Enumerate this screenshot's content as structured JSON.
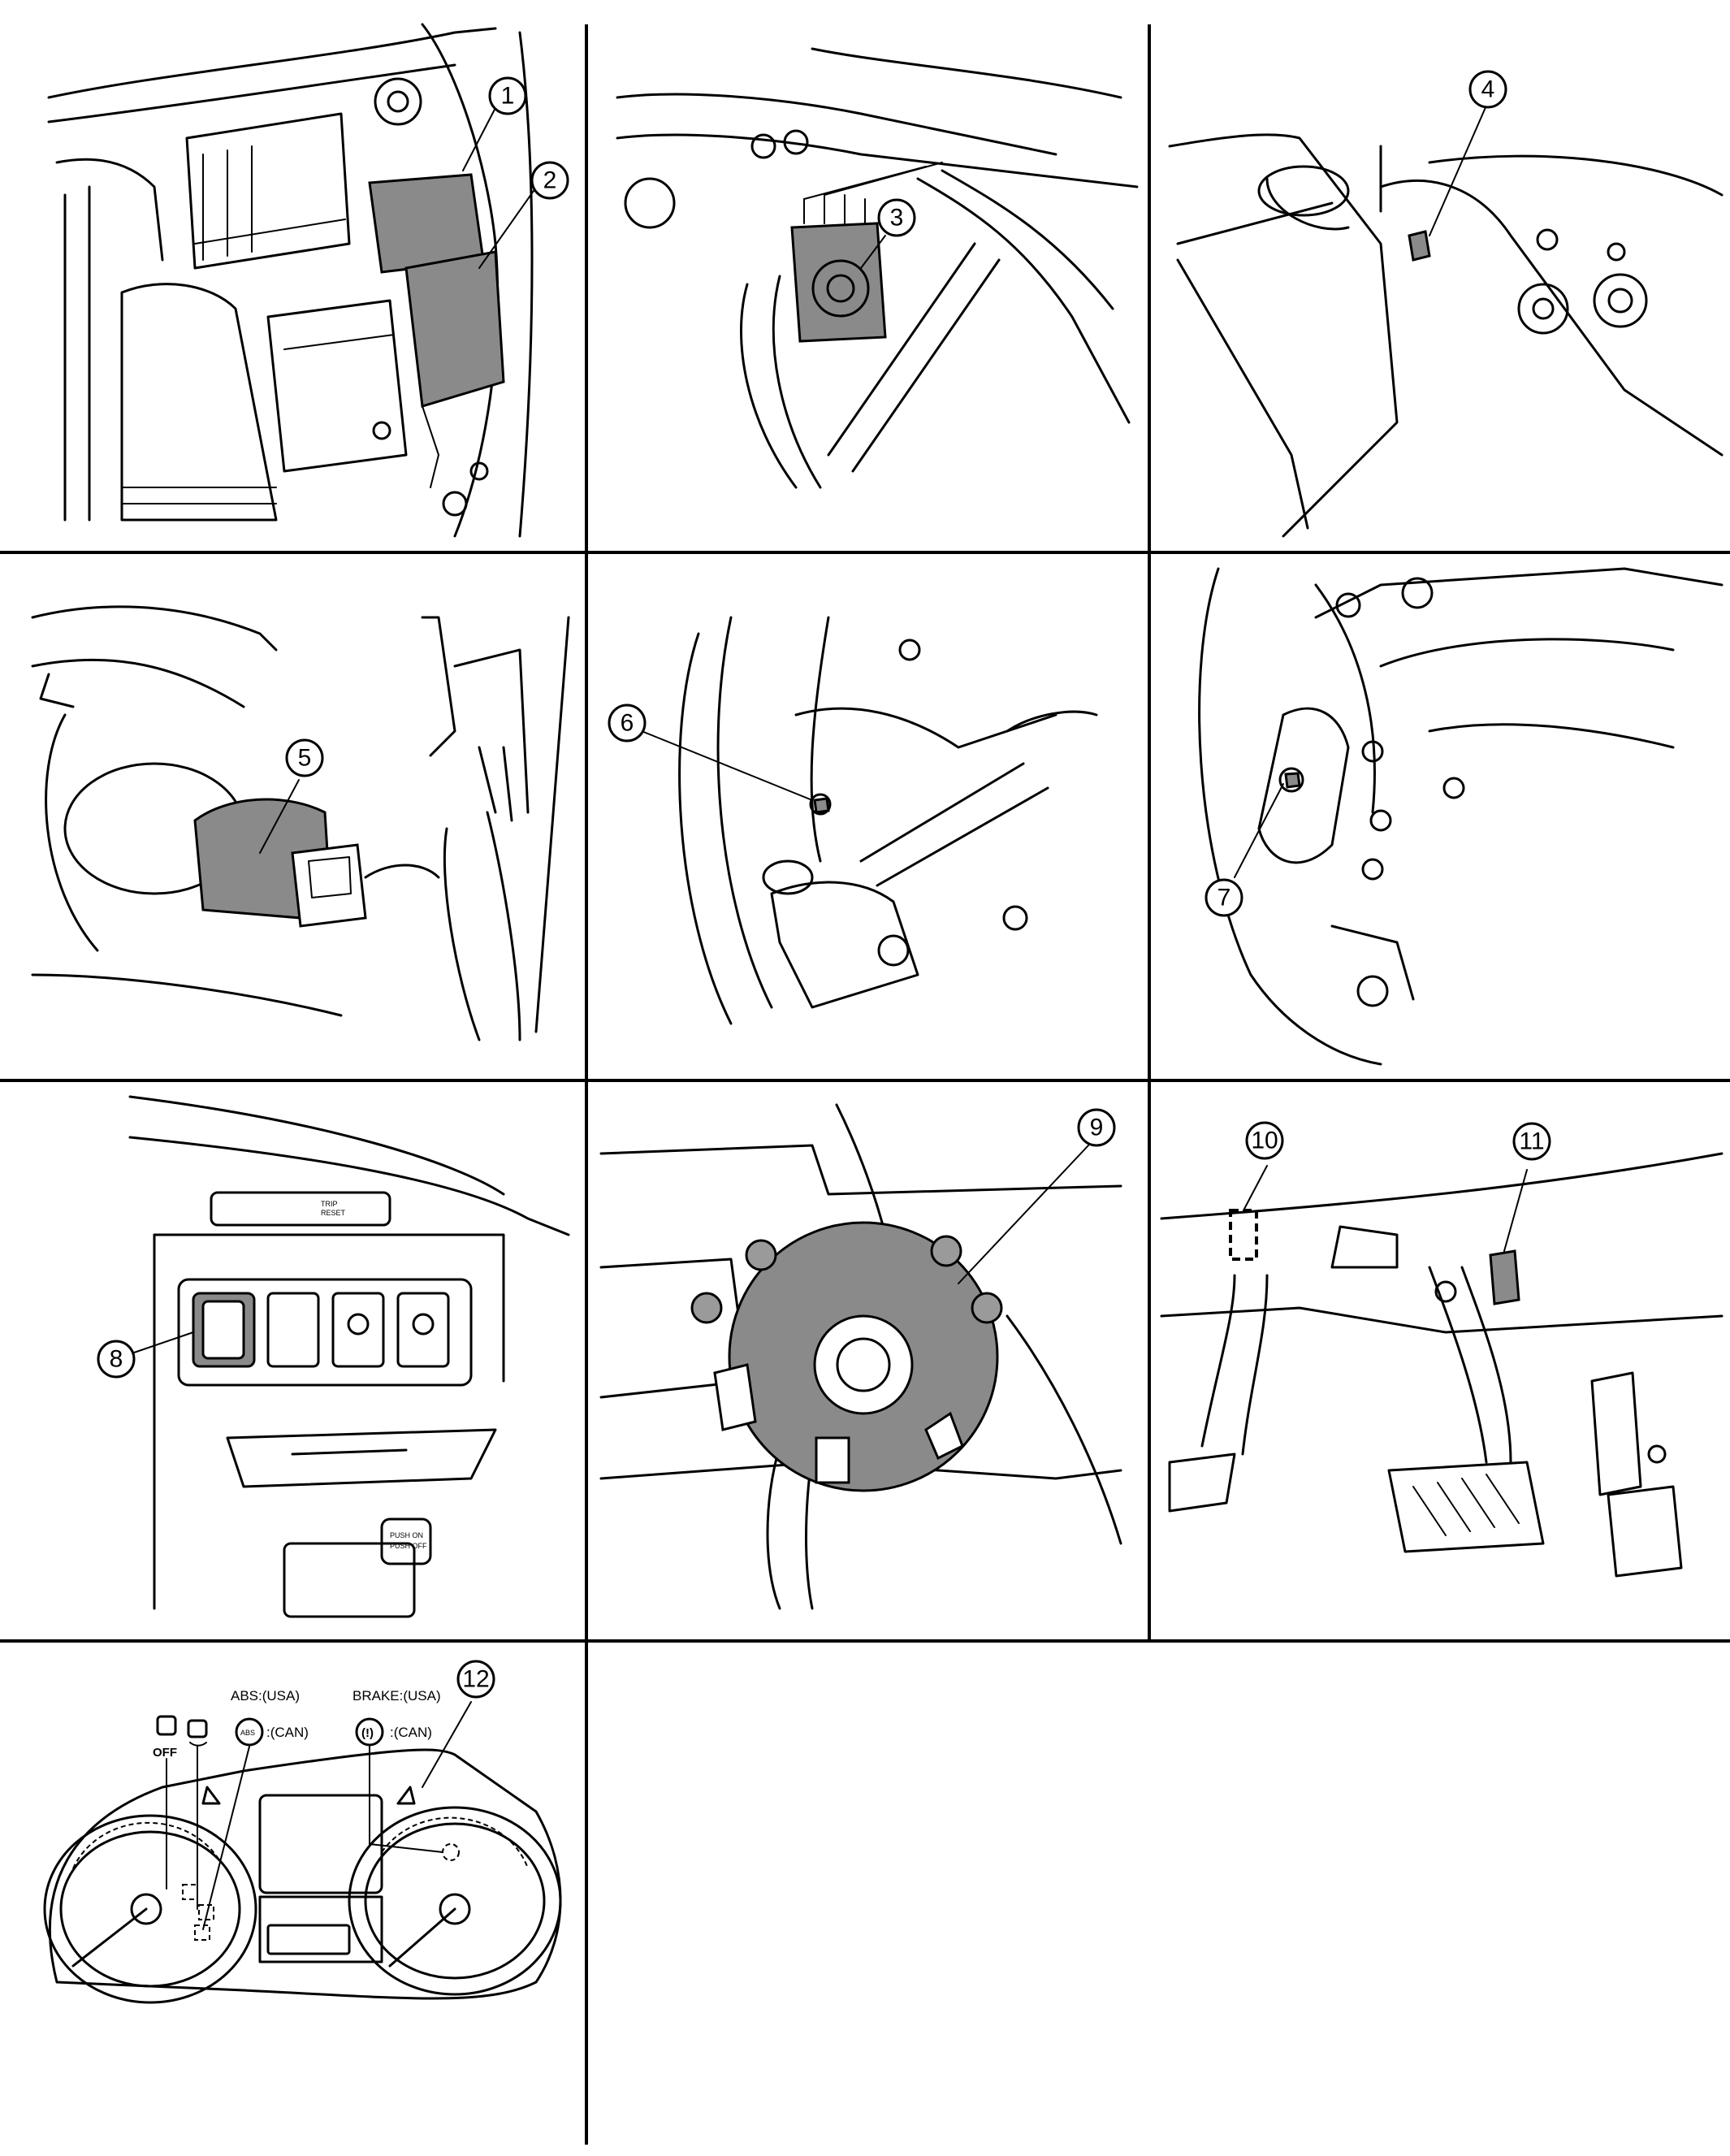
{
  "callouts": [
    {
      "n": "1"
    },
    {
      "n": "2"
    },
    {
      "n": "3"
    },
    {
      "n": "4"
    },
    {
      "n": "5"
    },
    {
      "n": "6"
    },
    {
      "n": "7"
    },
    {
      "n": "8"
    },
    {
      "n": "9"
    },
    {
      "n": "10"
    },
    {
      "n": "11"
    },
    {
      "n": "12"
    }
  ],
  "cluster_labels": {
    "off": "OFF",
    "abs_usa": "ABS:(USA)",
    "abs_badge": "ABS",
    "abs_can": ":(CAN)",
    "brake_usa": "BRAKE:(USA)",
    "brake_badge": "(!)",
    "brake_can": ":(CAN)"
  },
  "switch_labels": {
    "push_on": "PUSH ON",
    "push_off": "PUSH OFF",
    "trip_reset": "TRIP RESET"
  },
  "colors": {
    "line": "#000000",
    "shade": "#8a8a8a",
    "background": "#ffffff"
  }
}
